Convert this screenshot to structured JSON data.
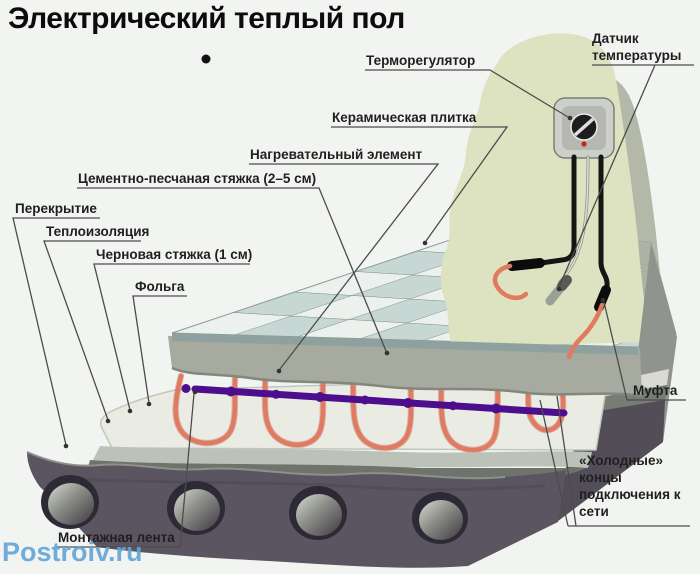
{
  "title": "Электрический теплый пол",
  "watermark": "Postroiv.ru",
  "labels": {
    "thermostat": "Терморегулятор",
    "temp_sensor": "Датчик температуры",
    "ceramic_tile": "Керамическая плитка",
    "heating_element": "Нагревательный элемент",
    "cement_screed": "Цементно-песчаная стяжка (2–5 см)",
    "slab": "Перекрытие",
    "insulation": "Теплоизоляция",
    "rough_screed": "Черновая стяжка (1 см)",
    "foil": "Фольга",
    "coupling": "Муфта",
    "cold_ends": "«Холодные» концы подключения к сети",
    "mounting_tape": "Монтажная лента"
  },
  "colors": {
    "background": "#f2f4f1",
    "wall": "#dde3c1",
    "wall_shadow": "#a8ad9b",
    "tile_light": "#edf1ed",
    "tile_blue": "#c7d7d4",
    "screed_gray": "#a6aa9f",
    "foil_white": "#eaece4",
    "heating_cable_red": "#e07a60",
    "mounting_tape_purple": "#4d0e8e",
    "underlayer_dark": "#6e736c",
    "slab_dark": "#5b5561",
    "cable_black": "#151515",
    "watermark_blue": "#62a5d7"
  }
}
